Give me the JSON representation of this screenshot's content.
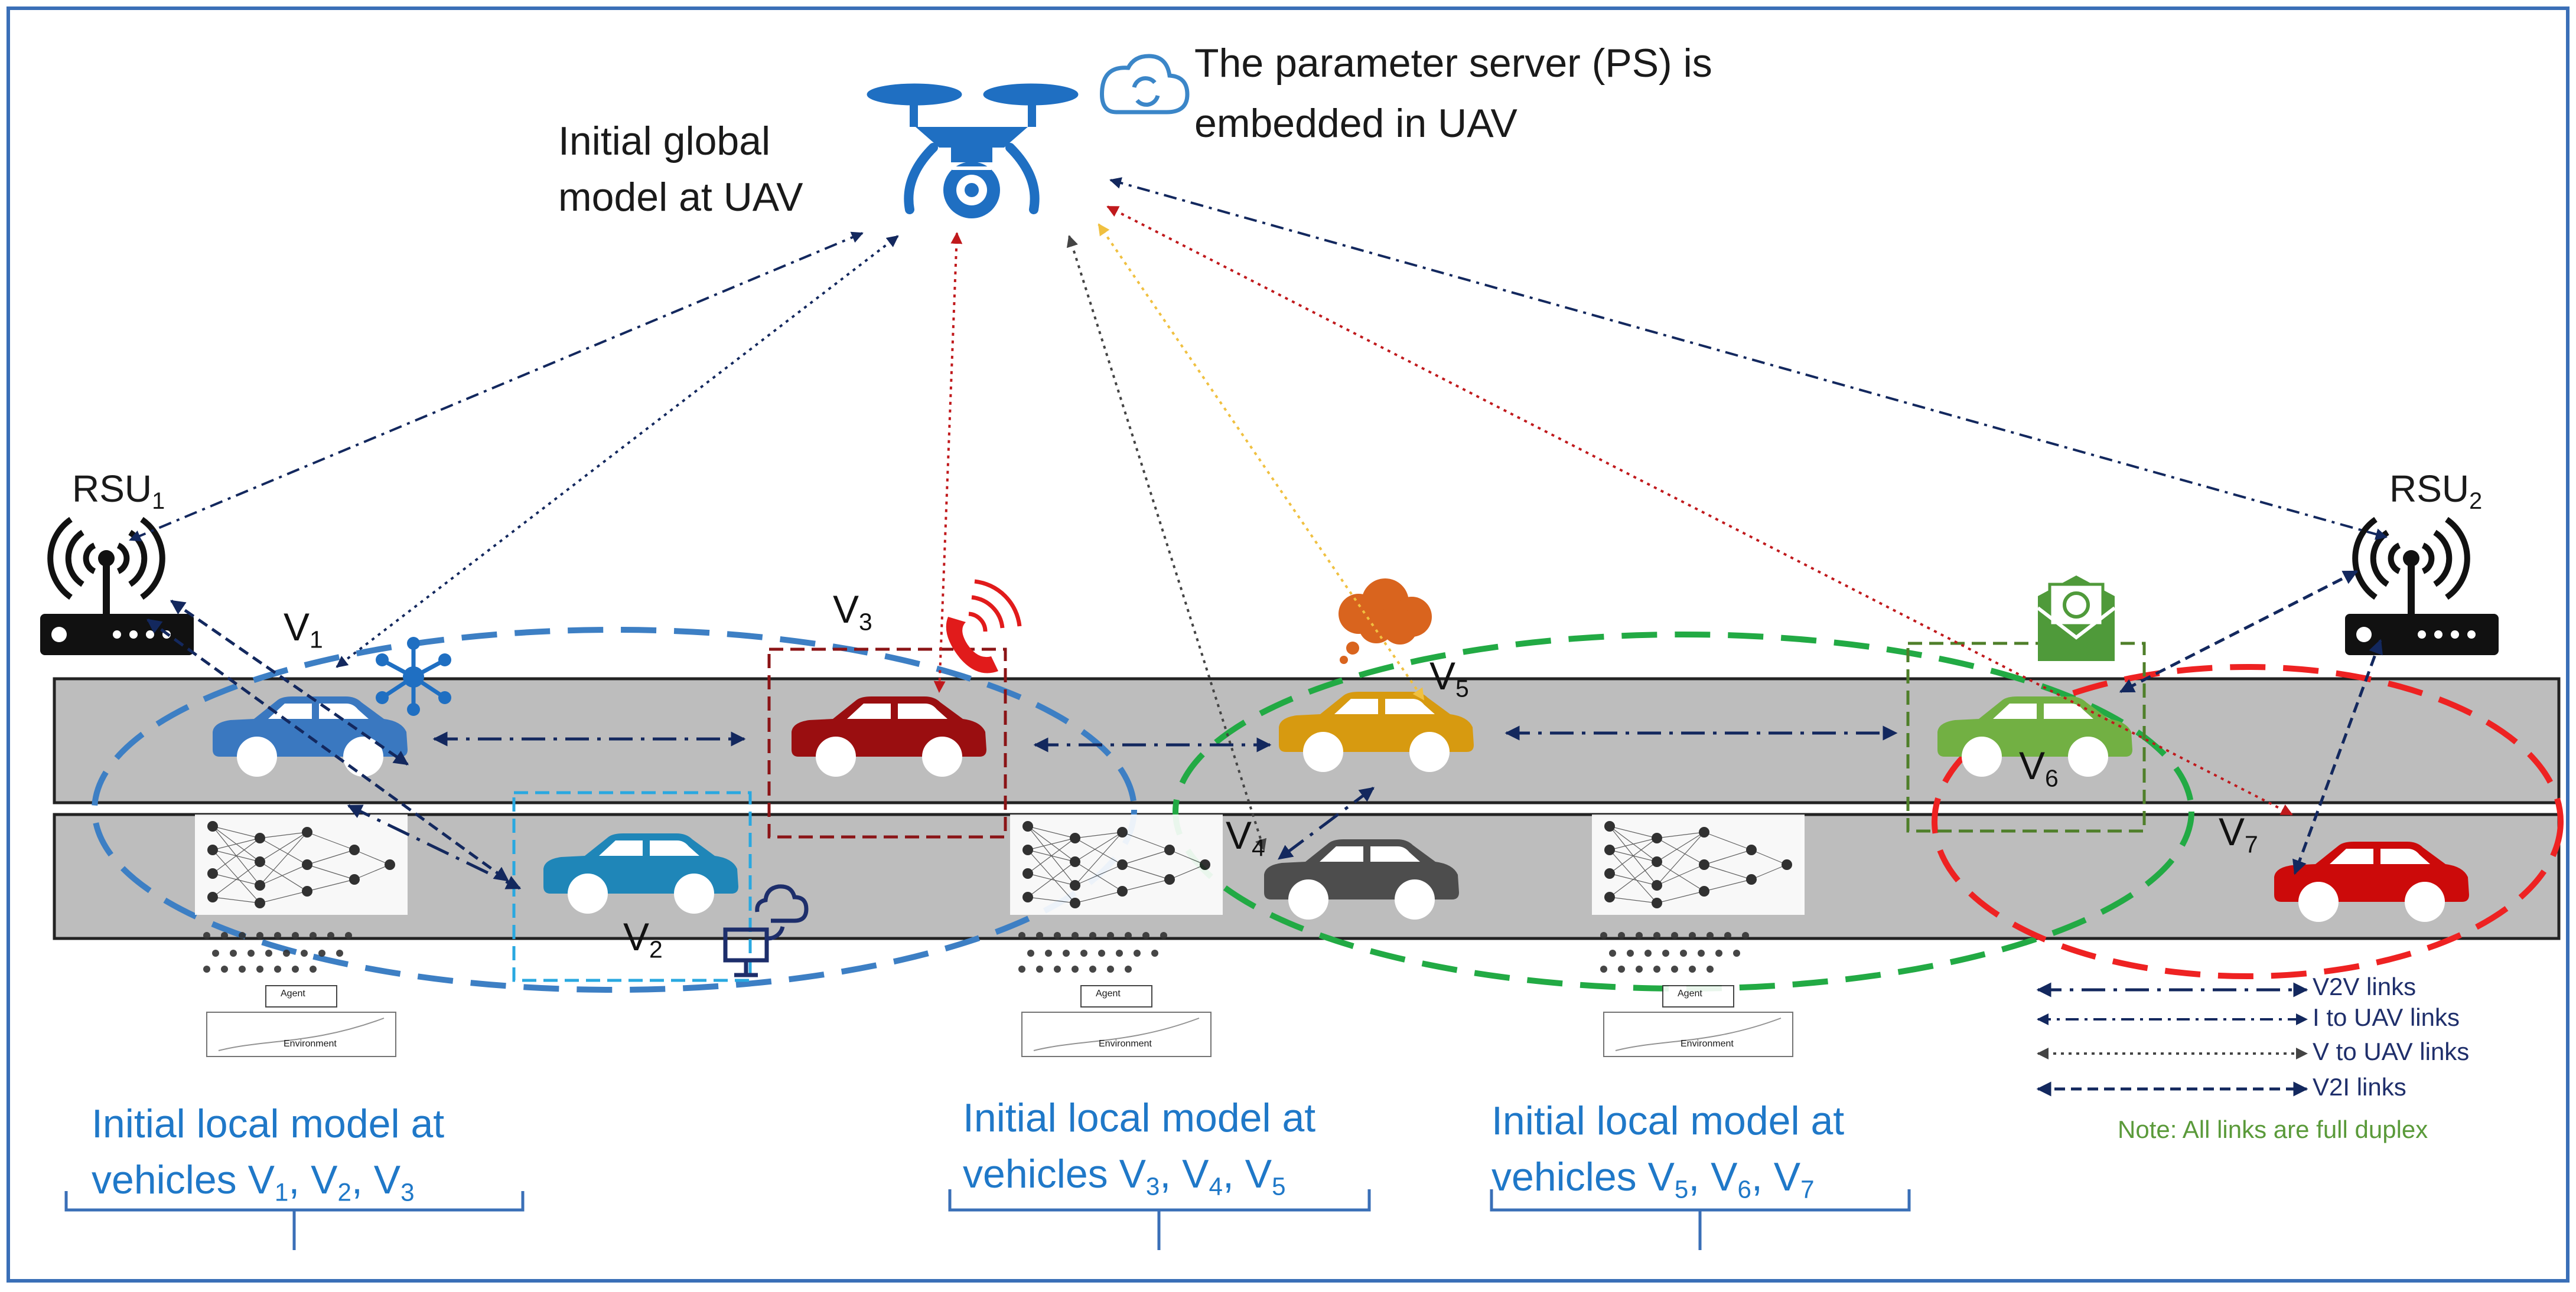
{
  "ps_note": {
    "line1": "The parameter server (PS) is",
    "line2": "embedded in UAV"
  },
  "global_model": {
    "line1": "Initial global",
    "line2": "model at UAV"
  },
  "rsu": [
    {
      "base": "RSU",
      "sub": "1"
    },
    {
      "base": "RSU",
      "sub": "2"
    }
  ],
  "vehicles": [
    {
      "base": "V",
      "sub": "1",
      "color": "#3a78c0"
    },
    {
      "base": "V",
      "sub": "2",
      "color": "#1f86b8"
    },
    {
      "base": "V",
      "sub": "3",
      "color": "#9a0e10"
    },
    {
      "base": "V",
      "sub": "4",
      "color": "#4d4d4d"
    },
    {
      "base": "V",
      "sub": "5",
      "color": "#d79a10"
    },
    {
      "base": "V",
      "sub": "6",
      "color": "#72b043"
    },
    {
      "base": "V",
      "sub": "7",
      "color": "#cc0a0a"
    }
  ],
  "local_models": [
    {
      "line1": "Initial local model at",
      "line2_prefix": "vehicles ",
      "v": [
        "V",
        "V",
        "V"
      ],
      "subs": [
        "1",
        "2",
        "3"
      ]
    },
    {
      "line1": "Initial local model at",
      "line2_prefix": "vehicles ",
      "v": [
        "V",
        "V",
        "V"
      ],
      "subs": [
        "3",
        "4",
        "5"
      ]
    },
    {
      "line1": "Initial local model at",
      "line2_prefix": "vehicles ",
      "v": [
        "V",
        "V",
        "V"
      ],
      "subs": [
        "5",
        "6",
        "7"
      ]
    }
  ],
  "legend": {
    "items": [
      "V2V links",
      "I to UAV links",
      "V to UAV links",
      "V2I links"
    ],
    "note": "Note: All links are full duplex"
  },
  "nn_labels": {
    "agent": "Agent",
    "environment": "Environment"
  },
  "colors": {
    "border": "#3a6fb7",
    "road": "#bdbdbd",
    "cluster1": "#3d7fc4",
    "cluster2": "#22aa44",
    "cluster3": "#ee2222",
    "link_navy": "#13285e",
    "link_red": "#c0191c",
    "link_yellow": "#f0c040",
    "drone": "#1f6fc2"
  }
}
